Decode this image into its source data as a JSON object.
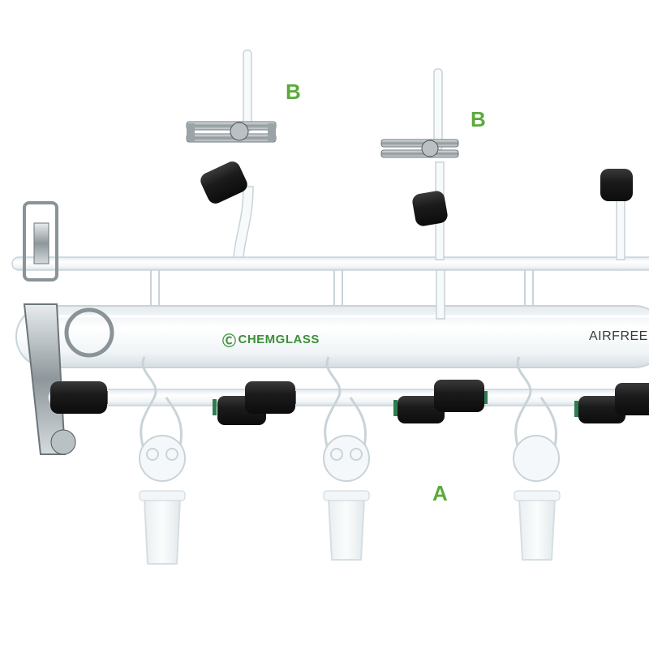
{
  "labels": {
    "b_left": "B",
    "b_right": "B",
    "a": "A"
  },
  "brand": {
    "logo_text": "CHEMGLASS",
    "product_text": "AIRFREE"
  },
  "colors": {
    "label_green": "#5aaa3c",
    "logo_green": "#3e8e3a",
    "product_text": "#3a3a3a",
    "glass_edge": "#c9d3d8",
    "glass_fill": "#f4f8fa",
    "knob": "#1e1e1e",
    "seal_green": "#2f7d52",
    "metal": "#9aa3a8"
  }
}
